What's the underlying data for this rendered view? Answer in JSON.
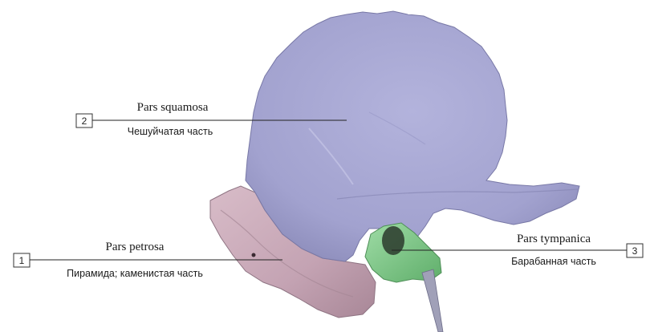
{
  "labels": [
    {
      "number": "1",
      "latin": "Pars petrosa",
      "russian": "Пирамида; каменистая часть",
      "color": "#c9a9b8"
    },
    {
      "number": "2",
      "latin": "Pars squamosa",
      "russian": "Чешуйчатая часть",
      "color": "#a9a9d4"
    },
    {
      "number": "3",
      "latin": "Pars tympanica",
      "russian": "Барабанная часть",
      "color": "#7fc98a"
    }
  ]
}
